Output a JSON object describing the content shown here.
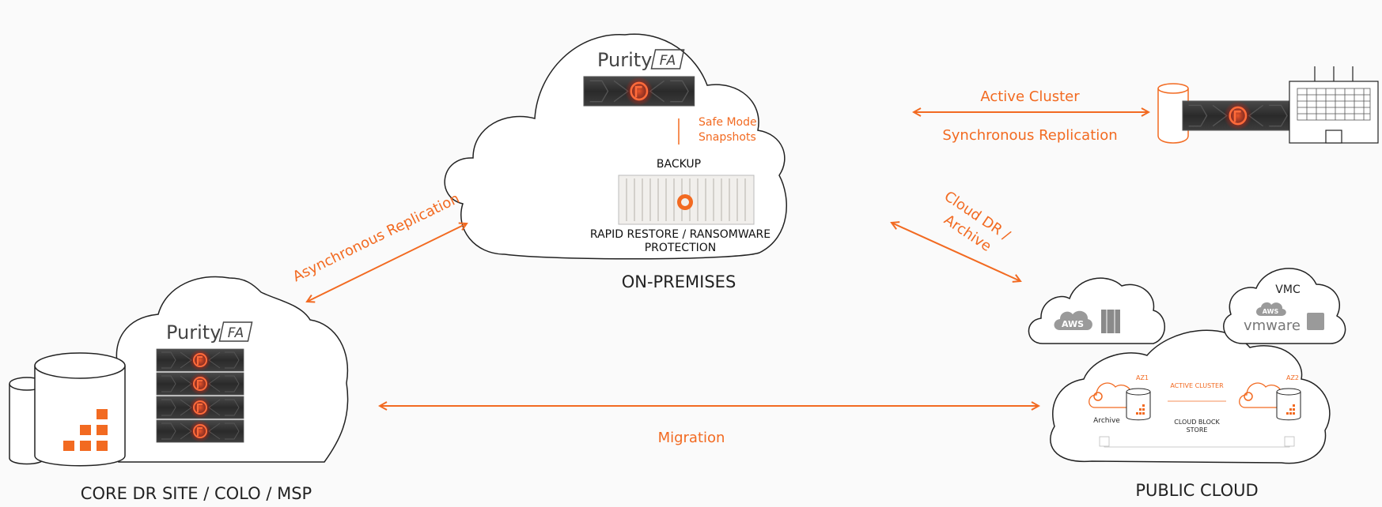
{
  "colors": {
    "accent": "#f26a21",
    "outline": "#222222",
    "background": "#fafafa",
    "hardware_dark": "#2f2f2f",
    "icon_gray": "#8a8a8a"
  },
  "on_premises": {
    "title": "ON-PREMISES",
    "logo_word": "Purity",
    "logo_badge": "FA",
    "safe_mode_line1": "Safe Mode",
    "safe_mode_line2": "Snapshots",
    "backup_label": "BACKUP",
    "restore_line1": "RAPID RESTORE / RANSOMWARE",
    "restore_line2": "PROTECTION"
  },
  "core_dr": {
    "title": "CORE DR SITE / COLO / MSP",
    "logo_word": "Purity",
    "logo_badge": "FA"
  },
  "public_cloud": {
    "title": "PUBLIC CLOUD",
    "aws_label": "AWS",
    "vmc_label": "VMC",
    "vmc_aws_label": "AWS",
    "vmware_label": "vmware",
    "az1_label": "AZ1",
    "az2_label": "AZ2",
    "active_cluster_label": "ACTIVE CLUSTER",
    "archive_label": "Archive",
    "cbs_line1": "CLOUD BLOCK",
    "cbs_line2": "STORE"
  },
  "links": {
    "active_cluster": "Active Cluster",
    "synchronous_replication": "Synchronous Replication",
    "asynchronous_replication": "Asynchronous Replication",
    "cloud_dr_line1": "Cloud DR /",
    "cloud_dr_line2": "Archive",
    "migration": "Migration"
  }
}
